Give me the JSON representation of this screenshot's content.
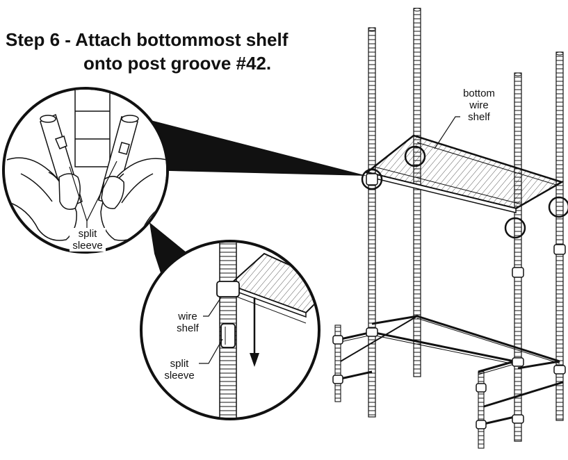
{
  "title": {
    "line1": "Step 6 - Attach bottommost shelf",
    "line2": "onto post groove #42."
  },
  "labels": {
    "bottom_wire_shelf": [
      "bottom",
      "wire",
      "shelf"
    ],
    "split_sleeve_top": [
      "split",
      "sleeve"
    ],
    "wire_shelf": [
      "wire",
      "shelf"
    ],
    "split_sleeve_detail": [
      "split",
      "sleeve"
    ]
  },
  "colors": {
    "ink": "#111111",
    "paper": "#ffffff"
  }
}
